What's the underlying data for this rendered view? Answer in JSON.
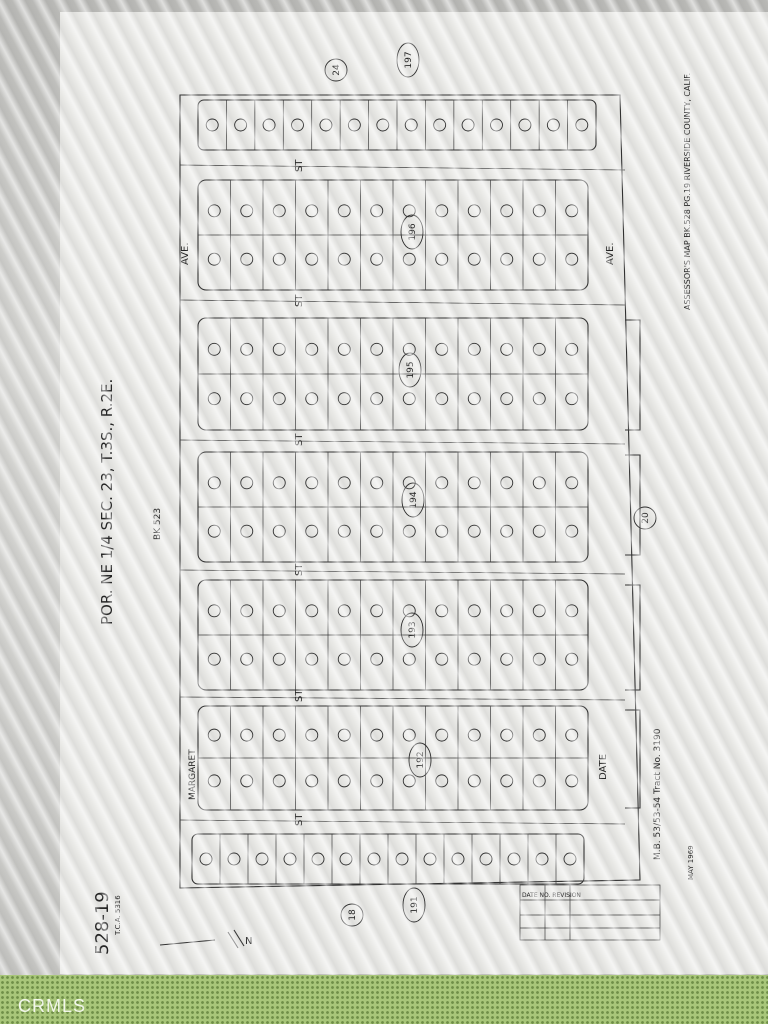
{
  "map": {
    "header_title": "POR. NE 1/4 SEC. 23, T.3S., R.2E.",
    "page_number": "528-19",
    "tra_code": "T.C.A. 5316",
    "book_ref": "BK 523",
    "assessor_note": "ASSESSOR'S MAP BK.528 PG.19 RIVERSIDE COUNTY, CALIF.",
    "tract_note": "M.B. 53/53-54 Tract No. 3190",
    "date_stamp": "MAY 1969",
    "north_label": "N",
    "streets": {
      "margaret": "MARGARET",
      "ave_top": "AVE.",
      "ave_right": "AVE.",
      "date": "DATE",
      "cross_st": "ST"
    },
    "block_numbers": [
      "191",
      "192",
      "193",
      "194",
      "195",
      "196",
      "197"
    ],
    "side_markers": [
      "18",
      "20",
      "24"
    ],
    "legend_label": "DATE  NO.  REVISION"
  },
  "colors": {
    "paper": "#e9e9e6",
    "ink": "#2f2f2f",
    "screen_bezel": "#a8c67a"
  },
  "icons": [
    "north-arrow-icon"
  ],
  "watermark": "CRMLS"
}
